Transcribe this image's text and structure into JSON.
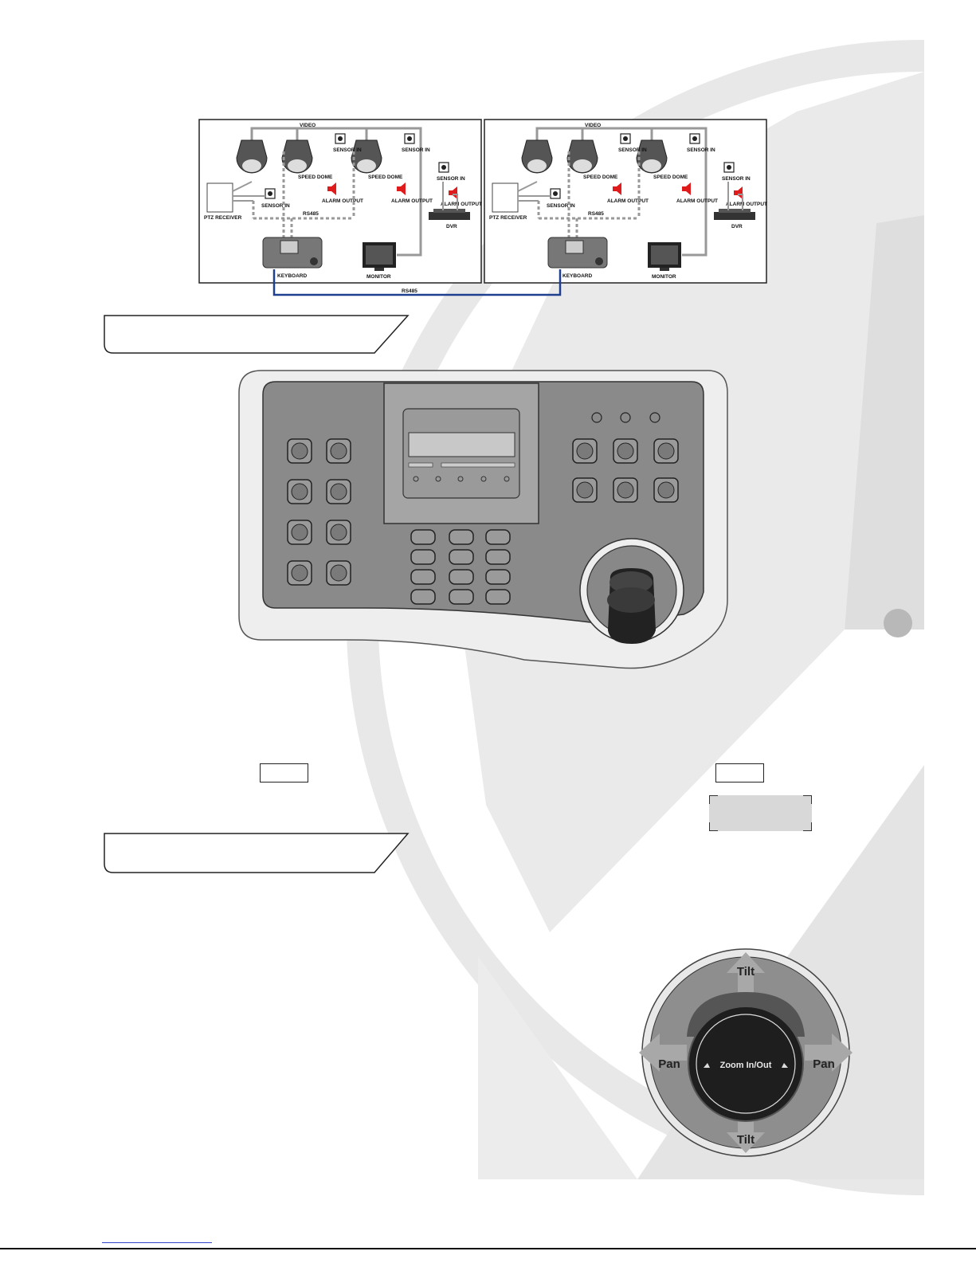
{
  "diagram": {
    "labels": {
      "video": "VIDEO",
      "sensor_in": "SENSOR IN",
      "speed_dome": "SPEED DOME",
      "alarm_output": "ALARM OUTPUT",
      "ptz_receiver": "PTZ RECEIVER",
      "rs485": "RS485",
      "dvr": "DVR",
      "keyboard": "KEYBOARD",
      "monitor": "MONITOR"
    },
    "link_label": "RS485"
  },
  "joystick": {
    "tilt_top": "Tilt",
    "tilt_bottom": "Tilt",
    "pan_left": "Pan",
    "pan_right": "Pan",
    "zoom": "Zoom In/Out"
  },
  "colors": {
    "alarm": "#e01b1b",
    "rs485_link": "#1f3f8f",
    "keyboard_body": "#8a8a8a",
    "watermark": "#e6e6e6"
  }
}
